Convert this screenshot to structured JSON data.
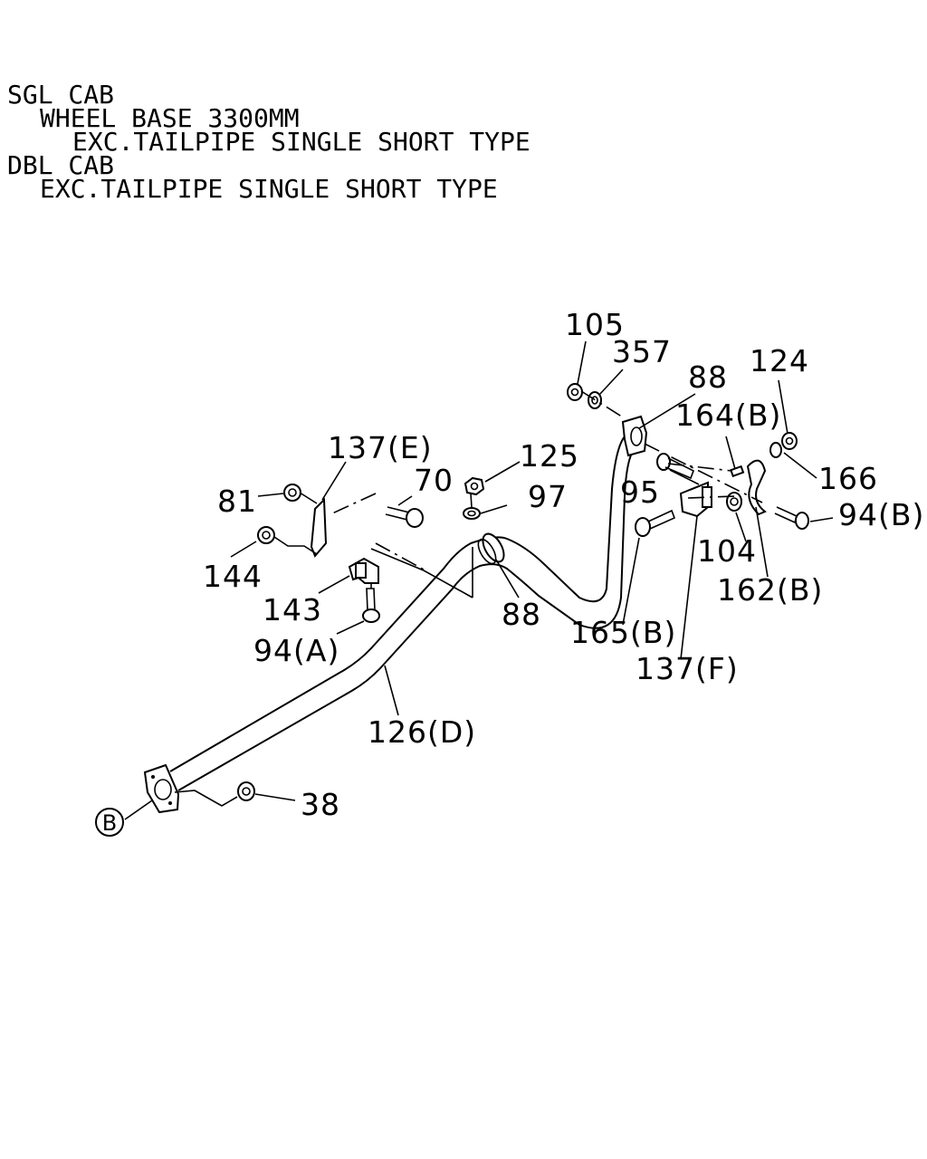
{
  "header_lines": [
    "SGL CAB",
    "WHEEL BASE 3300MM",
    "EXC.TAILPIPE SINGLE SHORT TYPE",
    "DBL CAB",
    "EXC.TAILPIPE SINGLE SHORT TYPE"
  ],
  "callouts": {
    "c105": "105",
    "c357": "357",
    "c88_top": "88",
    "c124": "124",
    "c164b": "164(B)",
    "c166": "166",
    "c137e": "137(E)",
    "c125": "125",
    "c70": "70",
    "c81": "81",
    "c97": "97",
    "c95": "95",
    "c94b": "94(B)",
    "c144": "144",
    "c104": "104",
    "c162b": "162(B)",
    "c143": "143",
    "c88_mid": "88",
    "c165b": "165(B)",
    "c94a": "94(A)",
    "c137f": "137(F)",
    "c126d": "126(D)",
    "c38": "38"
  },
  "connector_mark": "B"
}
